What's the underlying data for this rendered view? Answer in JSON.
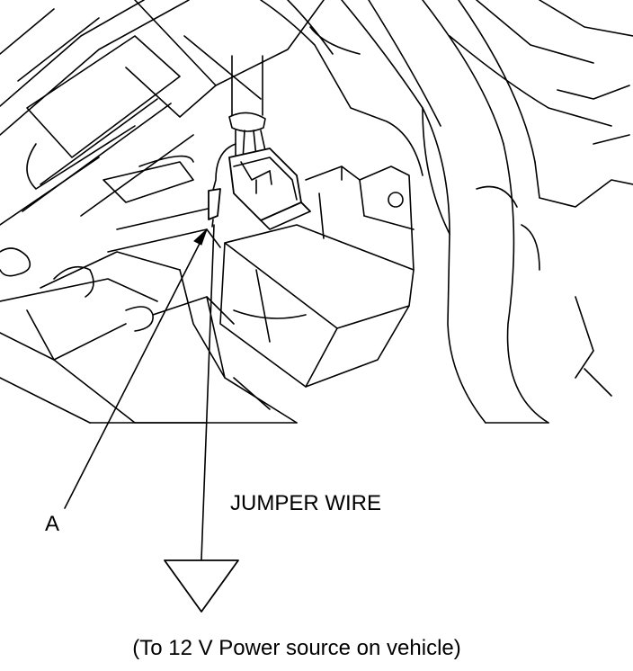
{
  "labels": {
    "part_a": "A",
    "jumper_wire": "JUMPER WIRE",
    "power_source": "(To 12 V Power source on vehicle)"
  },
  "symbols": {
    "power_terminal": "downward-triangle"
  }
}
